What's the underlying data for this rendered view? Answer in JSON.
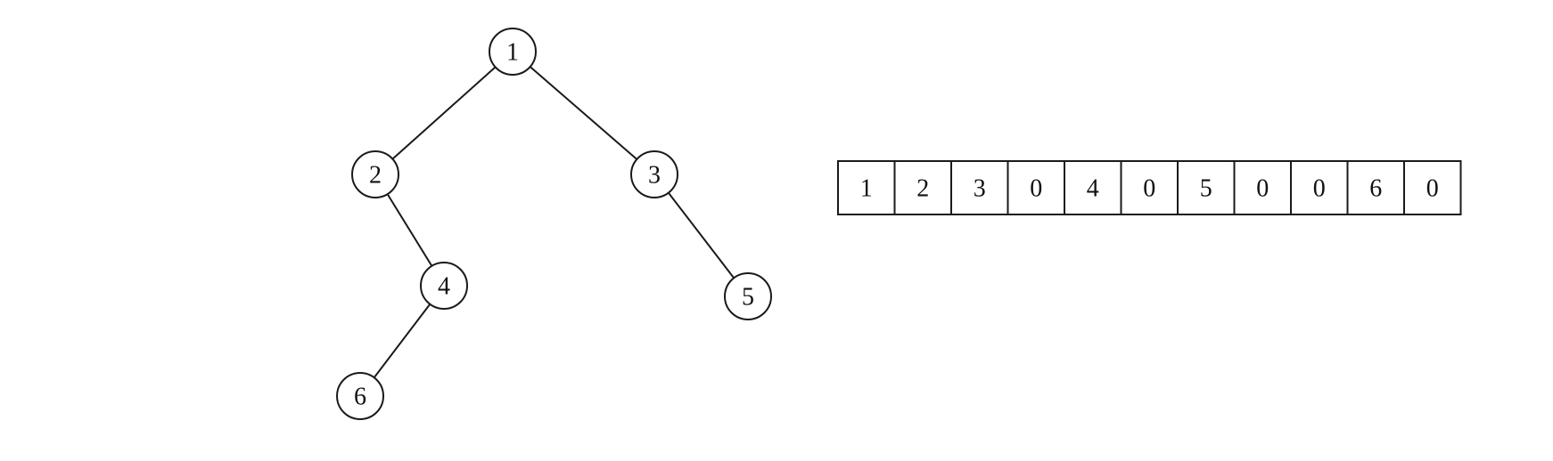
{
  "tree": {
    "nodes": [
      {
        "id": "n1",
        "label": "1"
      },
      {
        "id": "n2",
        "label": "2"
      },
      {
        "id": "n3",
        "label": "3"
      },
      {
        "id": "n4",
        "label": "4"
      },
      {
        "id": "n5",
        "label": "5"
      },
      {
        "id": "n6",
        "label": "6"
      }
    ],
    "edges": [
      {
        "from": "n1",
        "to": "n2"
      },
      {
        "from": "n1",
        "to": "n3"
      },
      {
        "from": "n2",
        "to": "n4"
      },
      {
        "from": "n3",
        "to": "n5"
      },
      {
        "from": "n4",
        "to": "n6"
      }
    ]
  },
  "array": {
    "cells": [
      "1",
      "2",
      "3",
      "0",
      "4",
      "0",
      "5",
      "0",
      "0",
      "6",
      "0"
    ]
  }
}
